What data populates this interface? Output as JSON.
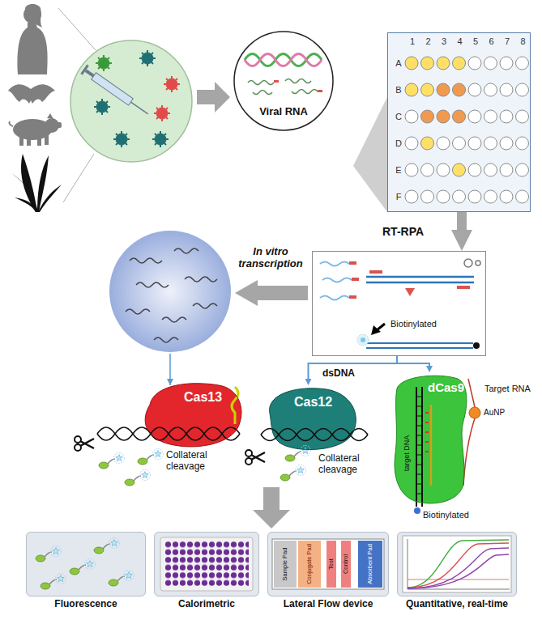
{
  "diagram": {
    "nodes": [
      {
        "text": [
          "Viral RNA"
        ]
      },
      {
        "text": [
          "1",
          "2",
          "3",
          "4",
          "5",
          "6",
          "7",
          "8",
          "A",
          "B",
          "C",
          "D",
          "E",
          "F"
        ]
      },
      {
        "text": [
          "Biotinylated"
        ]
      },
      {
        "text": [
          "Cas13"
        ]
      },
      {
        "text": [
          "Cas12"
        ]
      },
      {
        "text": [
          "dCas9"
        ]
      },
      {
        "text": [
          "Fluorescence"
        ]
      },
      {
        "text": [
          "Calorimetric"
        ]
      },
      {
        "text": [
          "Lateral Flow device"
        ]
      },
      {
        "text": [
          "Quantitative, real-time"
        ]
      }
    ],
    "edges": [
      {
        "from": 1,
        "to": 2,
        "arrow": "to",
        "label": "RT-RPA"
      },
      {
        "from": 2,
        "to": 4,
        "arrow": "to"
      },
      {
        "from": 2,
        "to": 5,
        "arrow": "to"
      }
    ],
    "labels": [
      "In vitro transcription",
      "dsDNA",
      "Collateral cleavage",
      "Collateral cleavage",
      "Target RNA",
      "AuNP",
      "target DNA",
      "Biotinylated",
      "Sample Pad",
      "Conjugate Pad",
      "Test",
      "Control",
      "Absorbent Pad"
    ]
  }
}
